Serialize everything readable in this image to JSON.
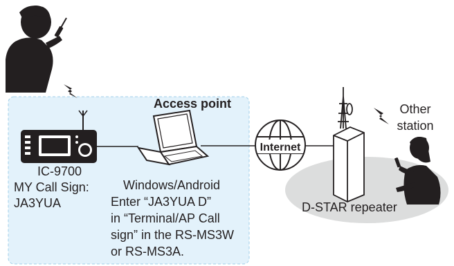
{
  "labels": {
    "access_point": "Access point",
    "radio_model": "IC-9700",
    "my_call_line1": "MY Call Sign:",
    "my_call_line2": "JA3YUA",
    "os": "Windows/Android",
    "instr_line1": "Enter “JA3YUA D”",
    "instr_line2": "in “Terminal/AP Call",
    "instr_line3": "sign” in the RS-MS3W",
    "instr_line4": "or RS-MS3A.",
    "internet": "Internet",
    "repeater": "D-STAR repeater",
    "other_line1": "Other",
    "other_line2": "station"
  },
  "colors": {
    "access_zone": "#e3f2fb",
    "access_zone_border": "#9fcfe8",
    "repeater_area": "#dcdddd",
    "person": "#231f20",
    "line": "#231f20"
  }
}
